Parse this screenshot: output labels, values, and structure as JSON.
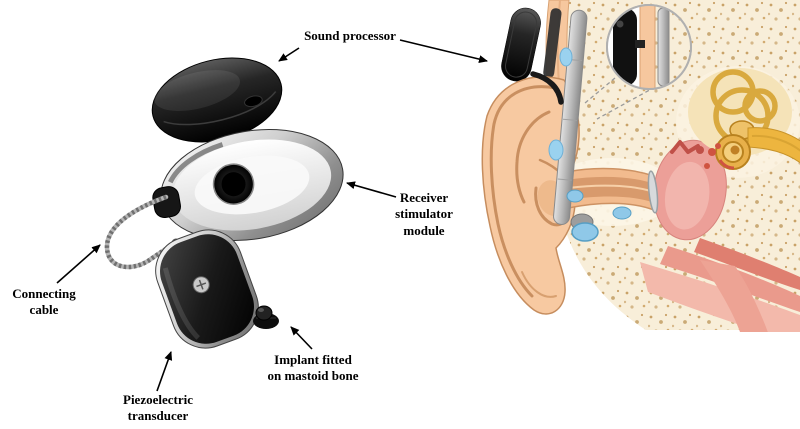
{
  "labels": {
    "sound_processor": "Sound processor",
    "receiver_stimulator_module": "Receiver stimulator module",
    "connecting_cable": "Connecting cable",
    "piezoelectric_transducer": "Piezoelectric transducer",
    "implant_mastoid": "Implant fitted on mastoid bone"
  },
  "colors": {
    "background": "#ffffff",
    "label_text": "#000000",
    "arrow": "#000000",
    "device_black": "#0d0d0d",
    "device_chrome": "#c9c9c9",
    "skin_tone": "#f7c9a1",
    "bone_cream": "#f8eed9",
    "bone_stipple": "#c9a268",
    "cochlea_gold": "#e8b04a",
    "tissue_pink": "#ec9f98",
    "muscle_pink": "#ea9a8c",
    "fluid_blue": "#9ad2ef"
  }
}
